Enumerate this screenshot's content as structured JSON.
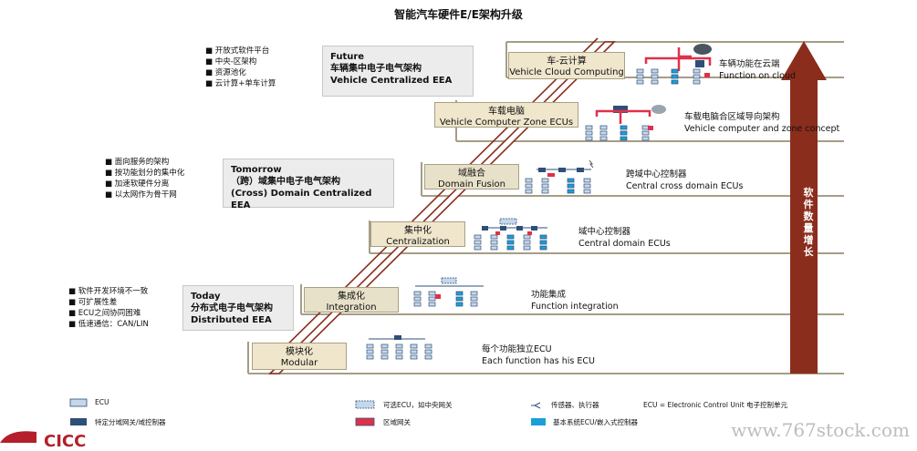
{
  "title": "智能汽车硬件E/E架构升级",
  "eras": {
    "future": {
      "bullets": [
        "开放式软件平台",
        "中央-区架构",
        "资源池化",
        "云计算+单车计算"
      ],
      "box": [
        "Future",
        "车辆集中电子电气架构",
        "Vehicle Centralized EEA"
      ]
    },
    "tomorrow": {
      "bullets": [
        "面向服务的架构",
        "按功能划分的集中化",
        "加速软硬件分离",
        "以太网作为骨干网"
      ],
      "box": [
        "Tomorrow",
        "（跨）域集中电子电气架构",
        "(Cross) Domain Centralized EEA"
      ]
    },
    "today": {
      "bullets": [
        "软件开发环境不一致",
        "可扩展性差",
        "ECU之间协同困难",
        "低速通信：CAN/LIN"
      ],
      "box": [
        "Today",
        "分布式电子电气架构",
        "Distributed EEA"
      ]
    }
  },
  "stages": [
    {
      "cn": "车-云计算",
      "en": "Vehicle Cloud Computing",
      "desc_cn": "车辆功能在云端",
      "desc_en": "Function on cloud"
    },
    {
      "cn": "车载电脑",
      "en": "Vehicle Computer Zone ECUs",
      "desc_cn": "车载电脑合区域导向架构",
      "desc_en": "Vehicle computer and zone concept"
    },
    {
      "cn": "域融合",
      "en": "Domain Fusion",
      "desc_cn": "跨域中心控制器",
      "desc_en": "Central cross domain ECUs"
    },
    {
      "cn": "集中化",
      "en": "Centralization",
      "desc_cn": "域中心控制器",
      "desc_en": "Central domain ECUs"
    },
    {
      "cn": "集成化",
      "en": "Integration",
      "desc_cn": "功能集成",
      "desc_en": "Function integration"
    },
    {
      "cn": "模块化",
      "en": "Modular",
      "desc_cn": "每个功能独立ECU",
      "desc_en": "Each function has his ECU"
    }
  ],
  "arrow_label": "软件数量增长",
  "legend": {
    "ecu": "ECU",
    "gateway": "特定分域网关/域控制器",
    "optional": "可选ECU，如中央网关",
    "zone_gateway": "区域网关",
    "sensor": "传感器、执行器",
    "abbr": "ECU = Electronic Control Unit  电子控制单元",
    "embedded": "基本系统ECU/嵌入式控制器"
  },
  "colors": {
    "accent": "#b41f2c",
    "arrow": "#8b2d1c",
    "ecu_light": "#c5d7ea",
    "gateway_dark": "#2f4f78",
    "zone_red": "#e0304a",
    "embedded": "#1b9fd8"
  },
  "watermark": "www.767stock.com",
  "logo": "CICC"
}
